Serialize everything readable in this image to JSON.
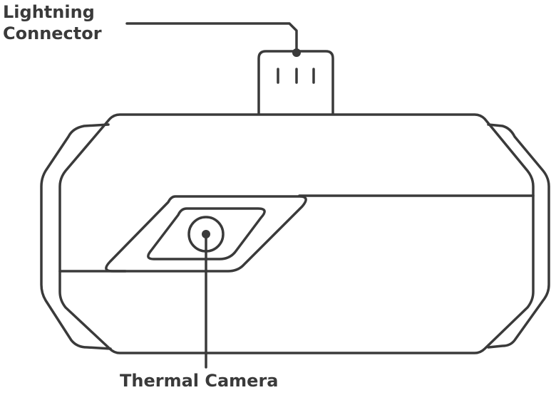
{
  "diagram": {
    "callouts": {
      "connector_line1": "Lightning",
      "connector_line2": "Connector",
      "camera": "Thermal Camera"
    }
  },
  "colors": {
    "stroke": "#3a3a3a",
    "background": "#ffffff"
  }
}
